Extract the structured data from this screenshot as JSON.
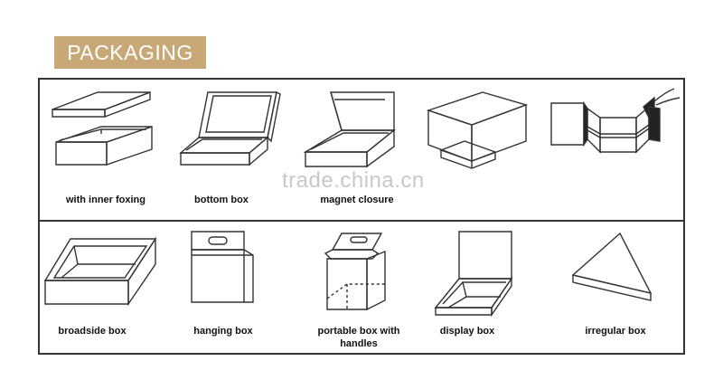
{
  "header": {
    "title": "PACKAGING"
  },
  "watermark": "trade.china.cn",
  "colors": {
    "header_bg": "#c9a877",
    "line": "#333333"
  },
  "row1": [
    {
      "label": "with inner foxing",
      "icon": "lid-box-icon"
    },
    {
      "label": "bottom box",
      "icon": "hinged-box-icon"
    },
    {
      "label": "magnet closure",
      "icon": "magnet-box-icon"
    },
    {
      "label": "",
      "icon": "drawer-box-icon"
    },
    {
      "label": "",
      "icon": "ribbon-box-icon"
    }
  ],
  "row2": [
    {
      "label": "broadside box",
      "icon": "tray-box-icon"
    },
    {
      "label": "hanging box",
      "icon": "hanging-box-icon"
    },
    {
      "label": "portable box with handles",
      "icon": "handle-box-icon"
    },
    {
      "label": "display box",
      "icon": "display-box-icon"
    },
    {
      "label": "irregular box",
      "icon": "triangle-box-icon"
    }
  ]
}
